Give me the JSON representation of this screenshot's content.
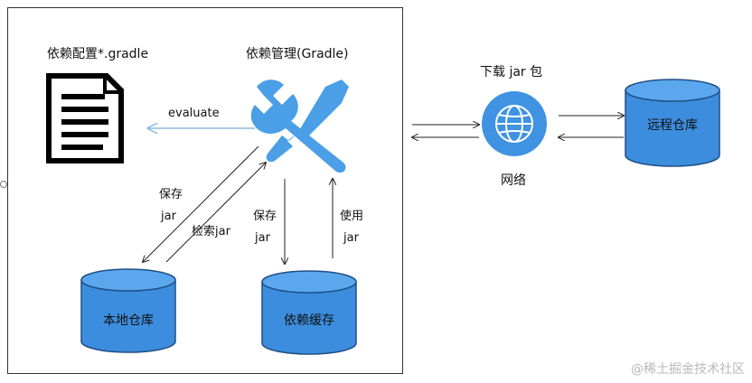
{
  "labels": {
    "config_title": "依赖配置*.gradle",
    "manager_title": "依赖管理(Gradle)",
    "evaluate": "evaluate",
    "save_jar_left_1": "保存",
    "save_jar_left_2": "jar",
    "search_jar": "检索jar",
    "save_jar_mid_1": "保存",
    "save_jar_mid_2": "jar",
    "use_jar_1": "使用",
    "use_jar_2": "jar",
    "local_repo": "本地仓库",
    "dep_cache": "依赖缓存",
    "download_jar": "下载 jar 包",
    "network": "网络",
    "remote_repo": "远程仓库"
  },
  "watermark": "@稀土掘金技术社区",
  "icons": {
    "document": "document-icon",
    "tools": "wrench-screwdriver-icon",
    "globe": "globe-icon"
  },
  "colors": {
    "accent": "#4a9fe6",
    "cylinder": "#3c8ddd",
    "cylinder_top": "#5aa7ee",
    "arrow_blue": "#8fb8e0",
    "line": "#222222"
  }
}
